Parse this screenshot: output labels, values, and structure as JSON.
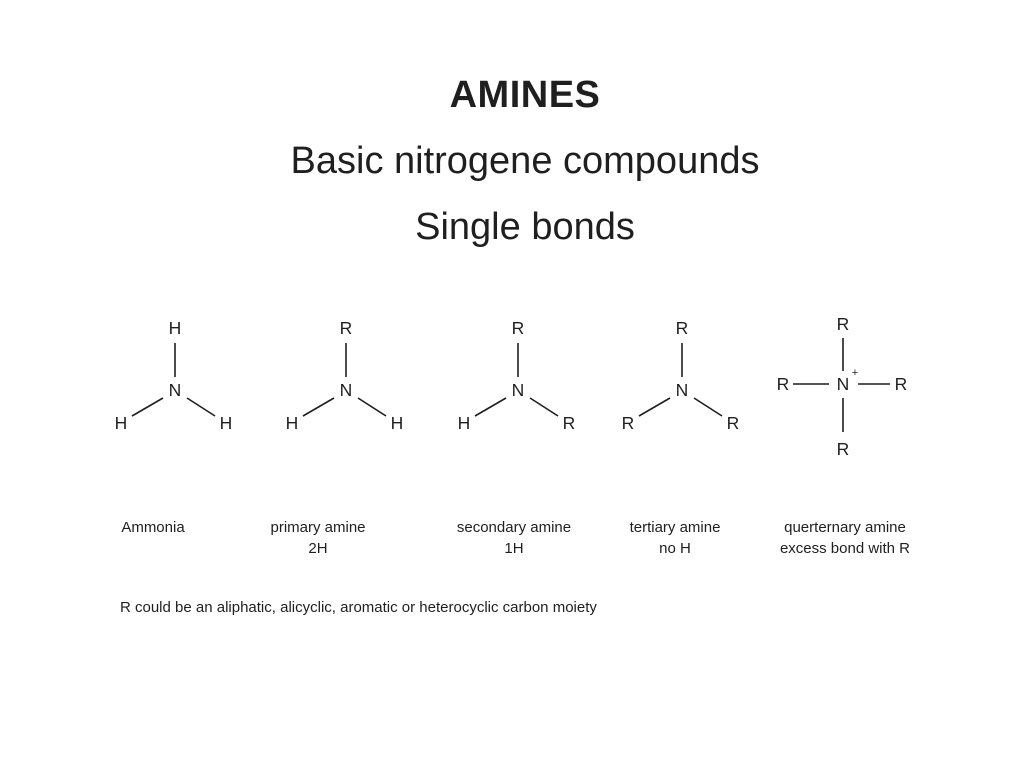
{
  "slide": {
    "title": "AMINES",
    "subtitle_line1": "Basic nitrogene compounds",
    "subtitle_line2": "Single bonds",
    "footnote": "R could be an aliphatic, alicyclic, aromatic or heterocyclic carbon moiety",
    "background_color": "#ffffff",
    "text_color": "#1f1f1f"
  },
  "molecules": [
    {
      "name": "ammonia",
      "center": "N",
      "top": "H",
      "left": "H",
      "right": "H",
      "caption_line1": "Ammonia",
      "caption_line2": ""
    },
    {
      "name": "primary-amine",
      "center": "N",
      "top": "R",
      "left": "H",
      "right": "H",
      "caption_line1": "primary amine",
      "caption_line2": "2H"
    },
    {
      "name": "secondary-amine",
      "center": "N",
      "top": "R",
      "left": "H",
      "right": "R",
      "caption_line1": "secondary amine",
      "caption_line2": "1H"
    },
    {
      "name": "tertiary-amine",
      "center": "N",
      "top": "R",
      "left": "R",
      "right": "R",
      "caption_line1": "tertiary amine",
      "caption_line2": "no H"
    },
    {
      "name": "quaternary-amine",
      "center": "N",
      "charge": "+",
      "top": "R",
      "left": "R",
      "right": "R",
      "bottom": "R",
      "caption_line1": "querternary amine",
      "caption_line2": "excess bond with R"
    }
  ]
}
